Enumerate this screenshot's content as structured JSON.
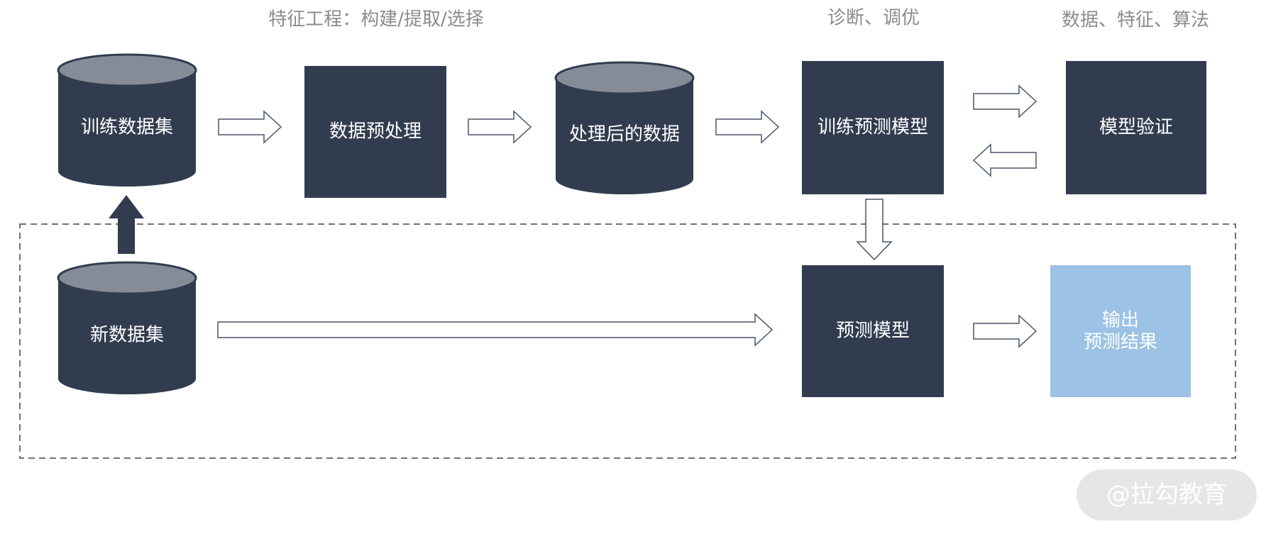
{
  "diagram": {
    "annotations": {
      "feature_engineering": "特征工程：构建/提取/选择",
      "diagnose_tune": "诊断、调优",
      "data_feature_algo": "数据、特征、算法"
    },
    "nodes": {
      "training_dataset": "训练数据集",
      "preprocessing": "数据预处理",
      "processed_data": "处理后的数据",
      "train_model": "训练预测模型",
      "model_validation": "模型验证",
      "new_dataset": "新数据集",
      "prediction_model": "预测模型",
      "output_line1": "输出",
      "output_line2": "预测结果"
    },
    "watermark": "@拉勾教育",
    "colors": {
      "node_dark": "#323c4f",
      "cylinder_top": "#858c98",
      "output_box": "#9cc2e5",
      "annotation_text": "#8c8c8c",
      "watermark_bg": "#e6e6e6"
    }
  }
}
